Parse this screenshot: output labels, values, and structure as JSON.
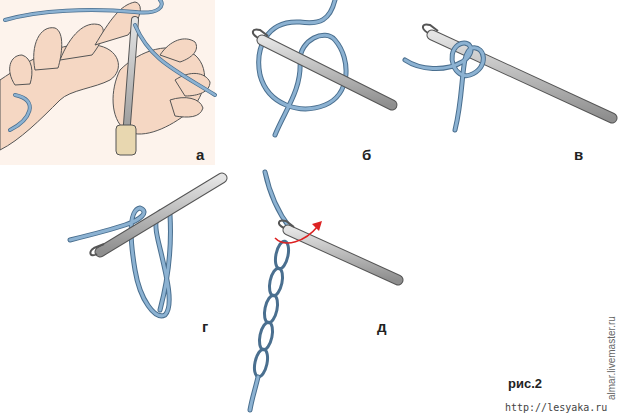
{
  "diagram": {
    "labels": [
      "а",
      "б",
      "в",
      "г",
      "д",
      "рис.2",
      "http://lesyaka.ru",
      "almar.livemaster.ru"
    ]
  }
}
